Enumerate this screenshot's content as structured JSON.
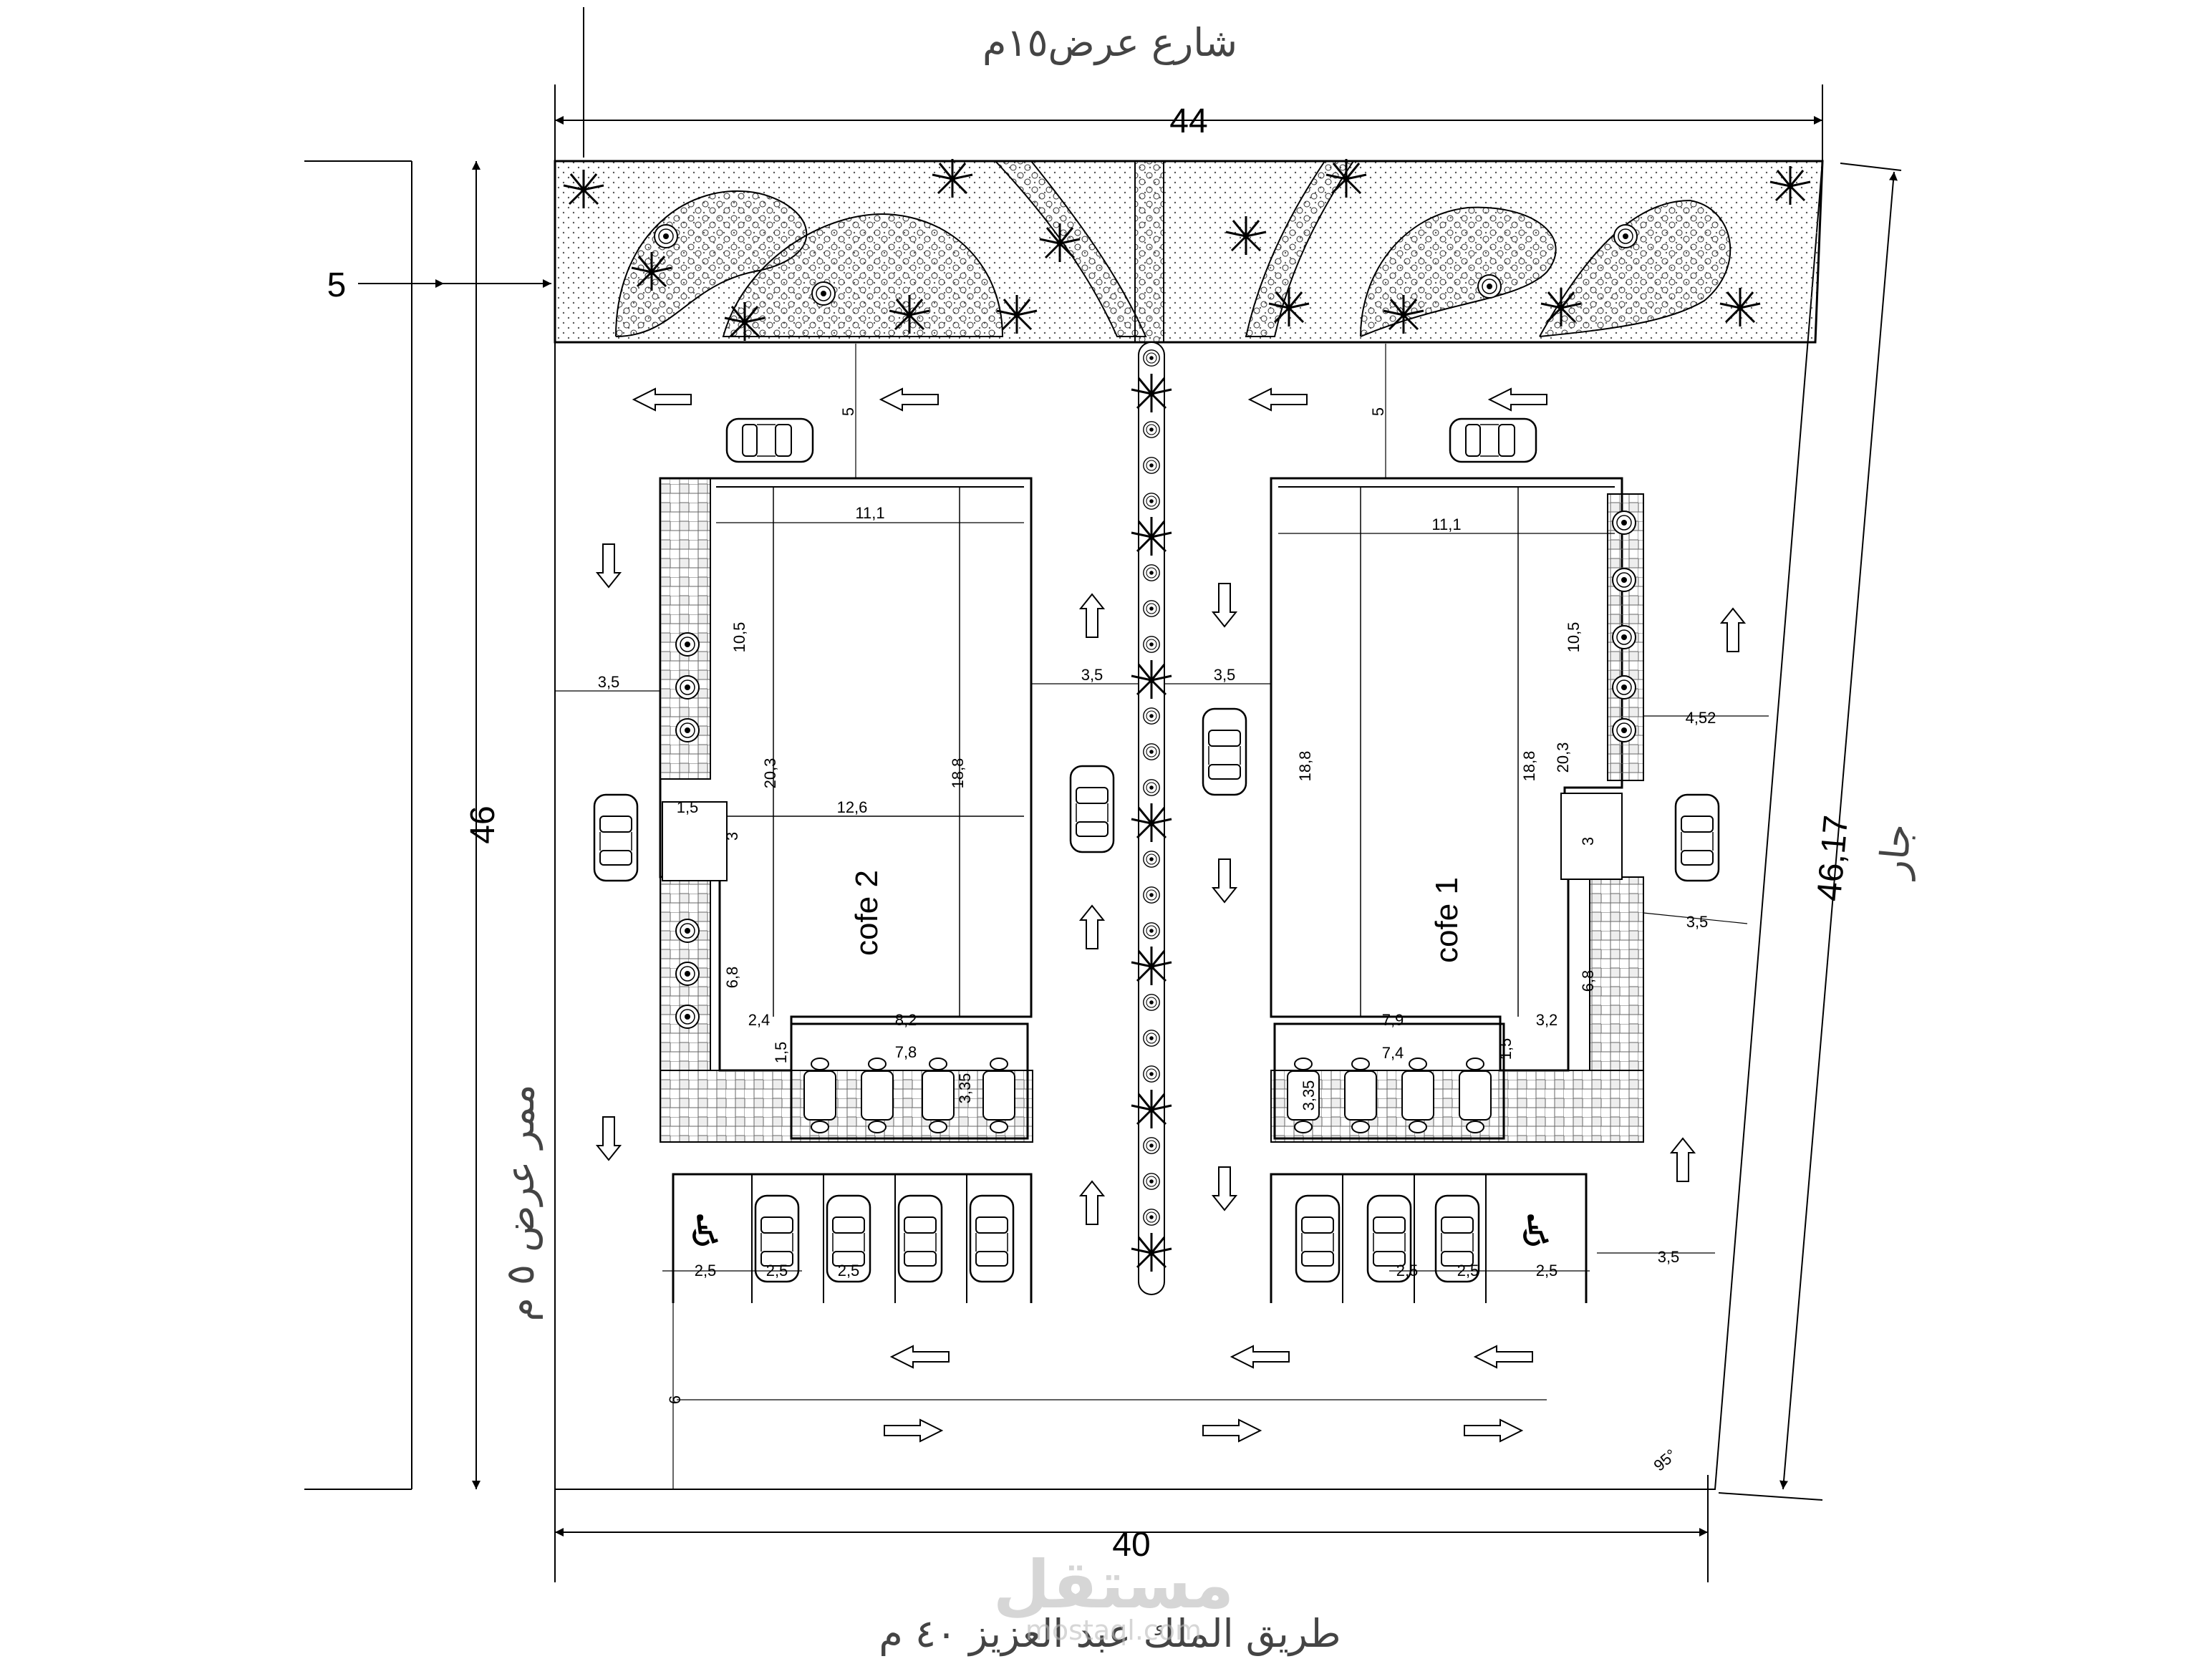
{
  "streets": {
    "top": "شارع عرض١٥م",
    "bottom": "طريق الملك عبد العزيز ٤٠ م",
    "left": "ممر عرض ٥ م",
    "right": "جار"
  },
  "overall_dims": {
    "top": "44",
    "bottom": "40",
    "left": "46",
    "right": "46,17",
    "setback": "5",
    "angle": "95°"
  },
  "buildings": [
    {
      "label": "cofe 2",
      "width": "11,1",
      "depth_top": "10,5",
      "total_depth": "20,3",
      "inner_depth": "18,8",
      "mid_width": "12,6",
      "bottom_width": "8,2",
      "terrace_width": "7,8",
      "terrace_depth": "3,35",
      "entry_w": "1,5",
      "side_w": "2,4",
      "lower_depth": "6,8",
      "gap": "3",
      "door": "1,5"
    },
    {
      "label": "cofe 1",
      "width": "11,1",
      "depth_top": "10,5",
      "total_depth": "20,3",
      "inner_depth": "18,8",
      "inner_depth_left": "18,8",
      "bottom_width": "7,9",
      "terrace_width": "7,4",
      "terrace_depth": "3,35",
      "side_w": "3,2",
      "lower_depth": "6,8",
      "gap": "3",
      "door": "1,5"
    }
  ],
  "aisles": {
    "front": "5",
    "side": "3,5",
    "right_side": "4,52",
    "bottom": "6",
    "parking_w": "2,5"
  },
  "watermark": {
    "brand": "مستقل",
    "url": "mostaql.com"
  }
}
